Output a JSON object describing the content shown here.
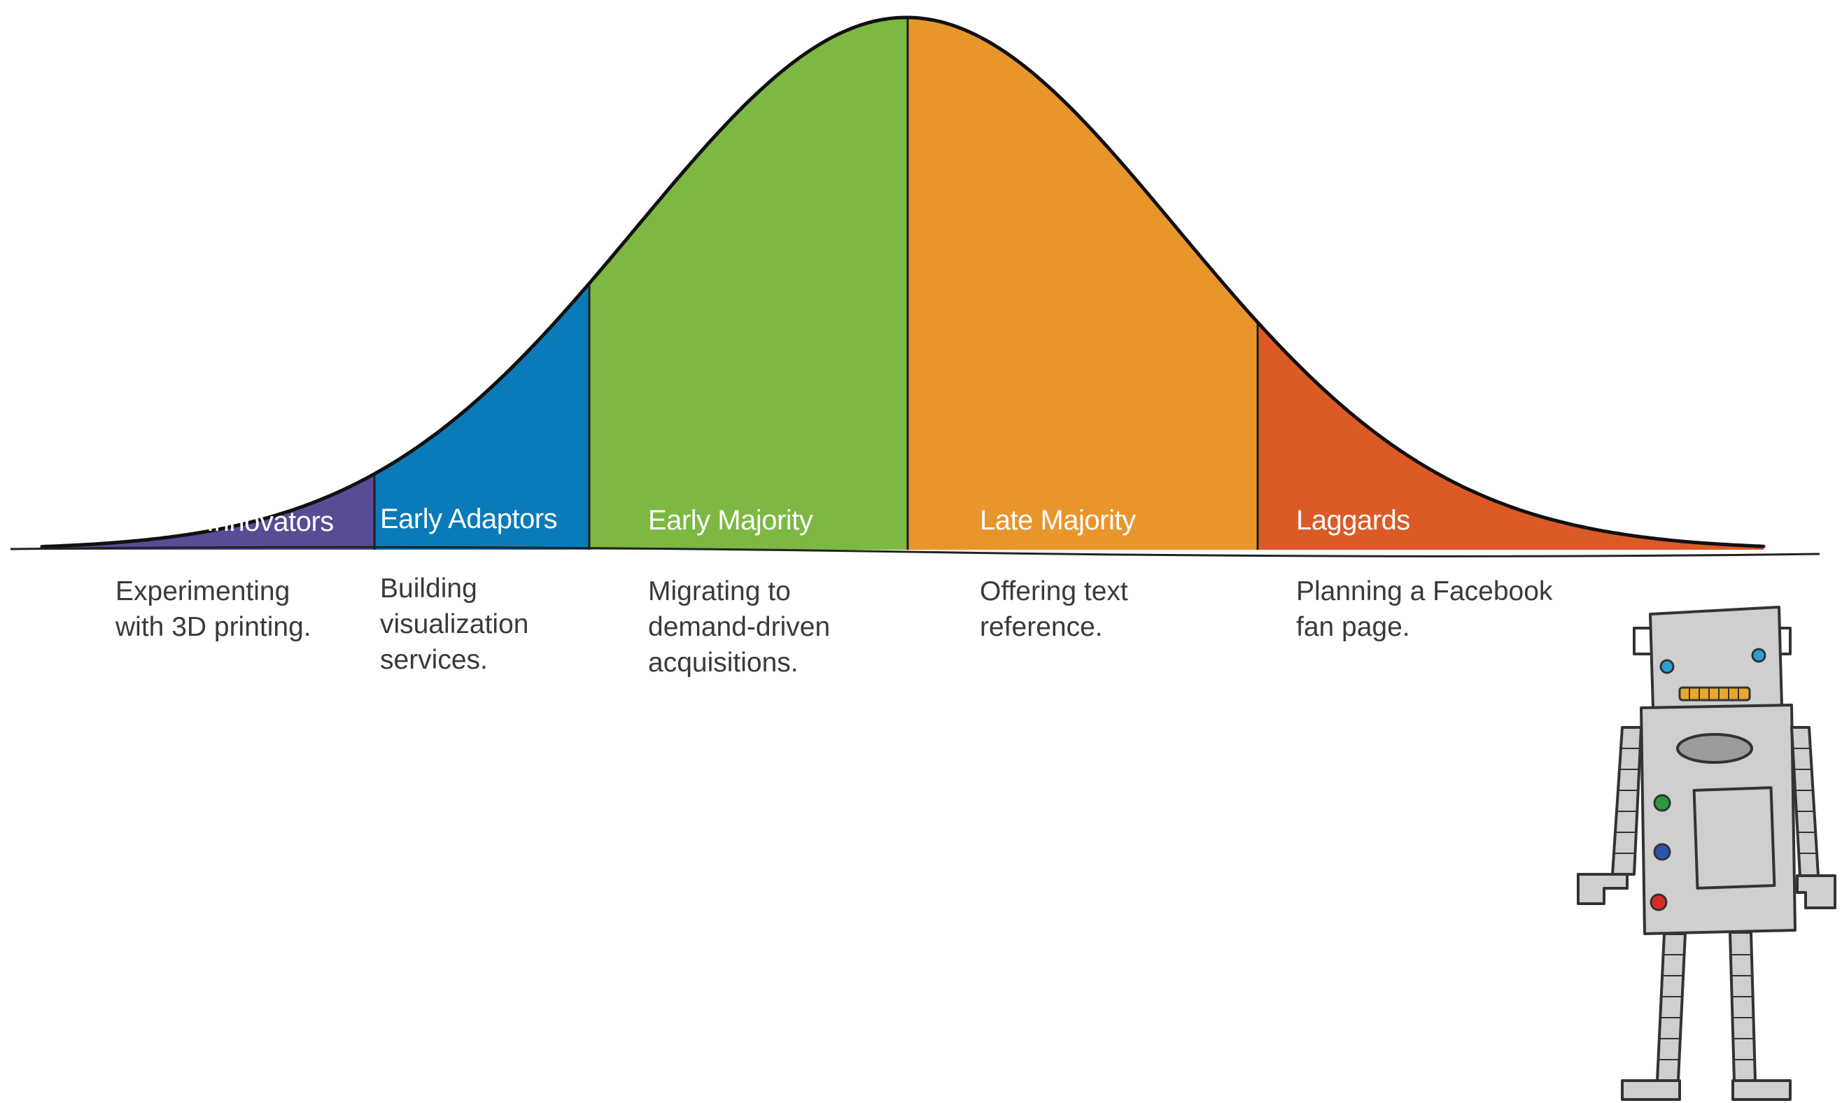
{
  "segments": [
    {
      "label": "Innovators",
      "color": "#5a4b96",
      "description": [
        "Experimenting",
        "with 3D printing."
      ]
    },
    {
      "label": "Early Adaptors",
      "color": "#0a7ab8",
      "description": [
        "Building",
        "visualization",
        "services."
      ]
    },
    {
      "label": "Early Majority",
      "color": "#7db842",
      "description": [
        "Migrating to",
        "demand-driven",
        "acquisitions."
      ]
    },
    {
      "label": "Late Majority",
      "color": "#e8962c",
      "description": [
        "Offering text",
        "reference."
      ]
    },
    {
      "label": "Laggards",
      "color": "#dc5a26",
      "description": [
        "Planning a Facebook",
        "fan page."
      ]
    }
  ],
  "robot": {
    "body_color": "#cfcfcf",
    "outline_color": "#333333",
    "eye_color": "#2aa0d8",
    "mouth_color": "#e8a92a",
    "button_colors": [
      "#2c9a3c",
      "#2b55b0",
      "#d52d2d"
    ]
  }
}
